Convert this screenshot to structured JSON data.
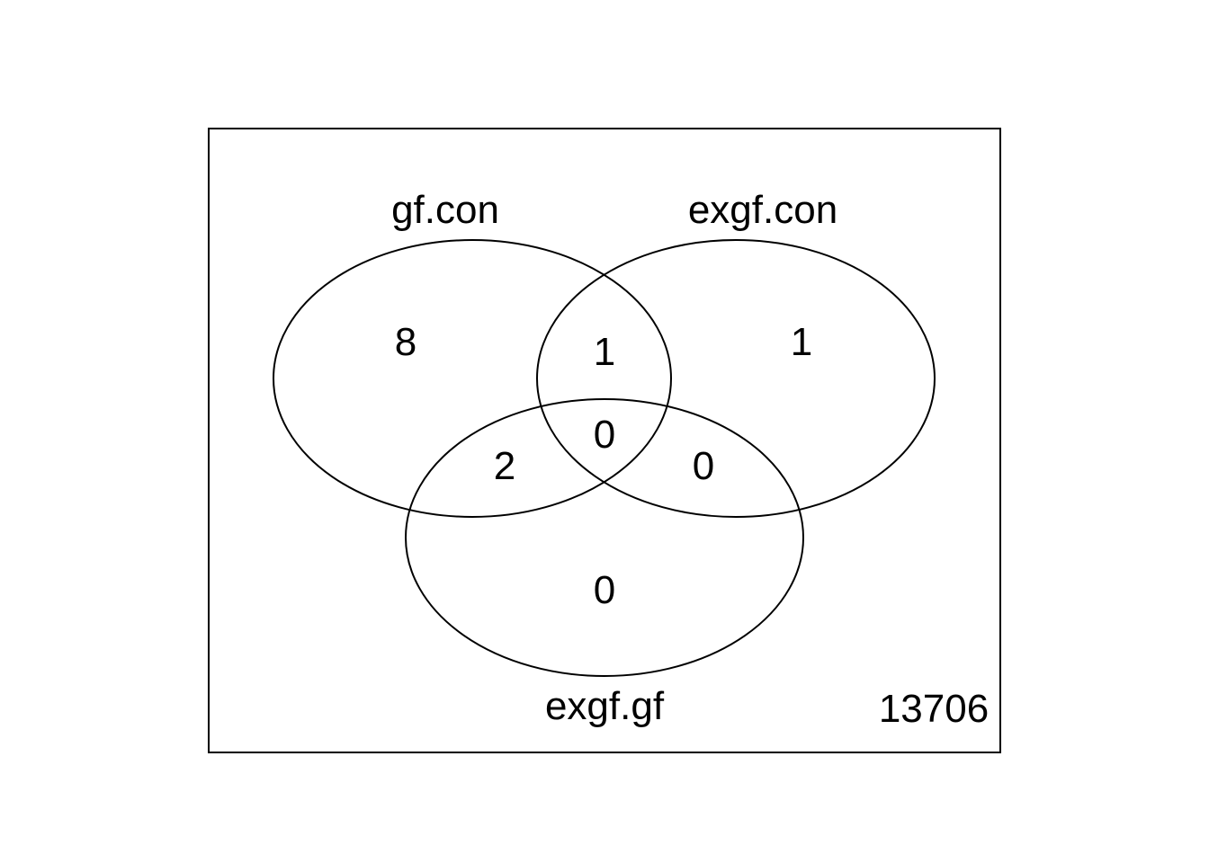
{
  "sets": {
    "a": {
      "label": "gf.con"
    },
    "b": {
      "label": "exgf.con"
    },
    "c": {
      "label": "exgf.gf"
    }
  },
  "counts": {
    "a_only": "8",
    "b_only": "1",
    "c_only": "0",
    "ab": "1",
    "ac": "2",
    "bc": "0",
    "abc": "0",
    "outside": "13706"
  },
  "colors": {
    "stroke": "#000000",
    "background": "#ffffff"
  }
}
